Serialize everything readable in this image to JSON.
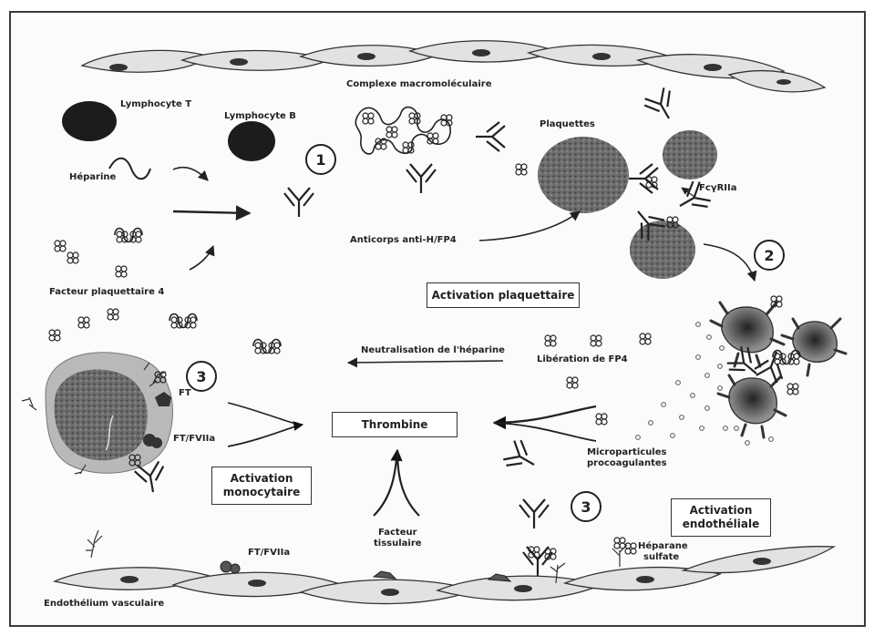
{
  "labels": {
    "lymphocyte_t": "Lymphocyte T",
    "lymphocyte_b": "Lymphocyte B",
    "complexe": "Complexe macromoléculaire",
    "plaquettes": "Plaquettes",
    "heparine": "Héparine",
    "fcgriia": "FcγRIIa",
    "anticorps": "Anticorps anti-H/FP4",
    "fp4": "Facteur plaquettaire 4",
    "neutralisation": "Neutralisation de l'héparine",
    "liberation": "Libération de FP4",
    "ft": "FT",
    "ft_fviia": "FT/FVIIa",
    "ft_fviia_bottom": "FT/FVIIa",
    "microparticules_1": "Microparticules",
    "microparticules_2": "procoagulantes",
    "facteur_tissulaire_1": "Facteur",
    "facteur_tissulaire_2": "tissulaire",
    "heparane_1": "Héparane",
    "heparane_2": "sulfate",
    "endothelium": "Endothélium vasculaire"
  },
  "boxes": {
    "activation_plaquettaire": "Activation plaquettaire",
    "thrombine": "Thrombine",
    "activation_monocytaire_1": "Activation",
    "activation_monocytaire_2": "monocytaire",
    "activation_endotheliale_1": "Activation",
    "activation_endotheliale_2": "endothéliale"
  },
  "steps": {
    "one": "1",
    "two": "2",
    "three_left": "3",
    "three_bottom": "3"
  }
}
